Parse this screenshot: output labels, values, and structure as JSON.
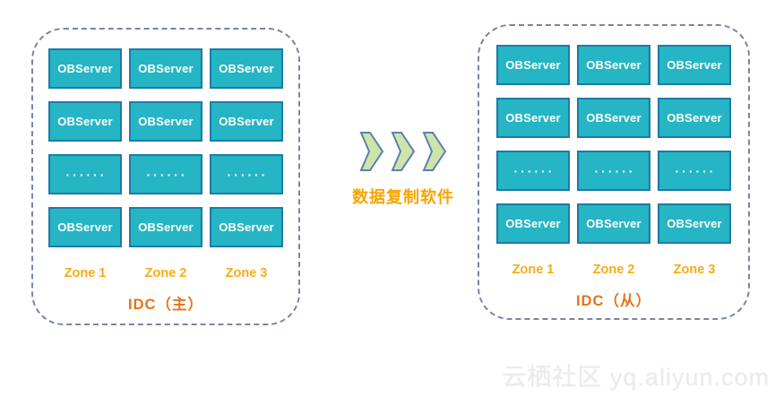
{
  "idc_primary": {
    "label": "IDC（主）",
    "zones": [
      "Zone 1",
      "Zone 2",
      "Zone 3"
    ],
    "rows": [
      [
        "OBServer",
        "OBServer",
        "OBServer"
      ],
      [
        "OBServer",
        "OBServer",
        "OBServer"
      ],
      [
        "······",
        "······",
        "······"
      ],
      [
        "OBServer",
        "OBServer",
        "OBServer"
      ]
    ]
  },
  "idc_secondary": {
    "label": "IDC（从）",
    "zones": [
      "Zone 1",
      "Zone 2",
      "Zone 3"
    ],
    "rows": [
      [
        "OBServer",
        "OBServer",
        "OBServer"
      ],
      [
        "OBServer",
        "OBServer",
        "OBServer"
      ],
      [
        "······",
        "······",
        "······"
      ],
      [
        "OBServer",
        "OBServer",
        "OBServer"
      ]
    ]
  },
  "replication": {
    "label": "数据复制软件",
    "arrow_count": 3,
    "direction": "right"
  },
  "watermark": "云栖社区 yq.aliyun.com",
  "colors": {
    "server_fill": "#25b5c4",
    "server_border": "#1d7ba6",
    "server_text": "#ffffff",
    "container_border": "#7a83aa",
    "zone_label": "#f9ab13",
    "idc_label": "#e7731a",
    "replication_label": "#f7a501",
    "arrow_fill": "#cde5ab",
    "arrow_stroke": "#5f7fae",
    "watermark": "#ececec"
  }
}
